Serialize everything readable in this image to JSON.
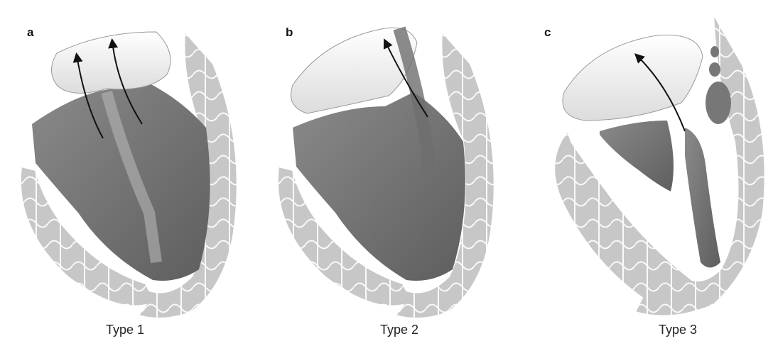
{
  "panels": [
    {
      "letter": "a",
      "caption": "Type 1"
    },
    {
      "letter": "b",
      "caption": "Type 2"
    },
    {
      "letter": "c",
      "caption": "Type 3"
    }
  ],
  "colors": {
    "wall": "#c9c9c9",
    "wall_outline": "#ffffff",
    "chamber": "#7a7a7a",
    "chamber_light": "#9a9a9a",
    "outflow": "#f3f3f3",
    "ink": "#1a1a1a"
  },
  "icons": {
    "flow_arrow": "arrow-head"
  }
}
